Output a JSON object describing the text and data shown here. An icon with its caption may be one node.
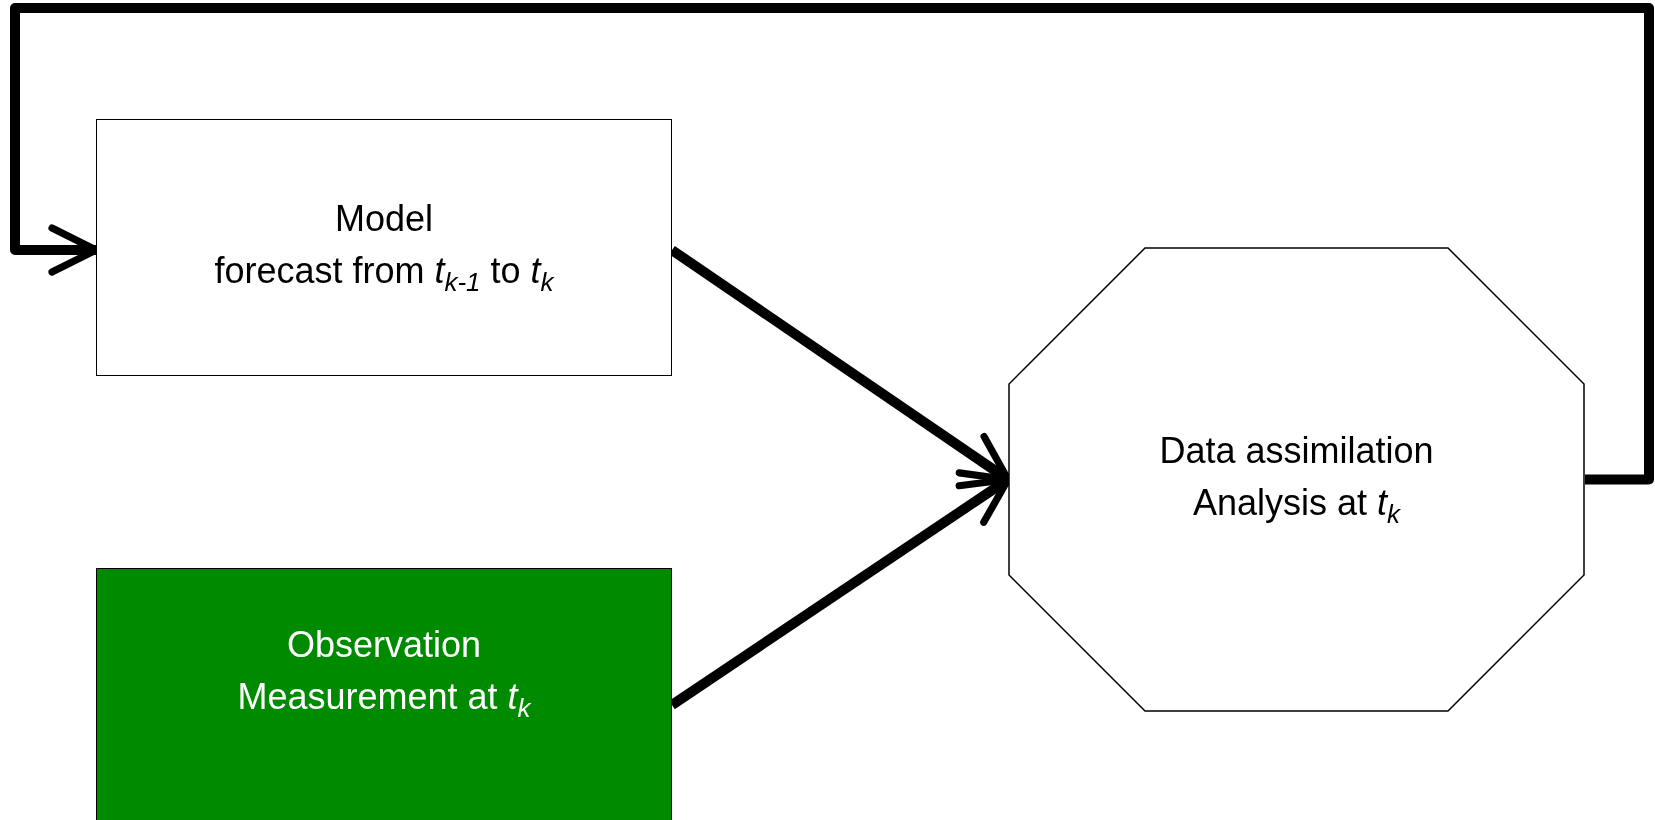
{
  "diagram": {
    "nodes": [
      {
        "text": [
          "Model",
          "forecast from *t*$_{k-1}$ to *t*$_{k}$"
        ]
      },
      {
        "text": [
          "Observation",
          "Measurement at *t*$_{k}$"
        ]
      },
      {
        "text": [
          "Data assimilation",
          "Analysis at *t*$_{k}$"
        ]
      }
    ],
    "edges": [
      {
        "from": 0,
        "to": 2,
        "arrow": "to"
      },
      {
        "from": 1,
        "to": 2,
        "arrow": "to"
      },
      {
        "from": 2,
        "to": 0,
        "arrow": "to"
      }
    ]
  }
}
